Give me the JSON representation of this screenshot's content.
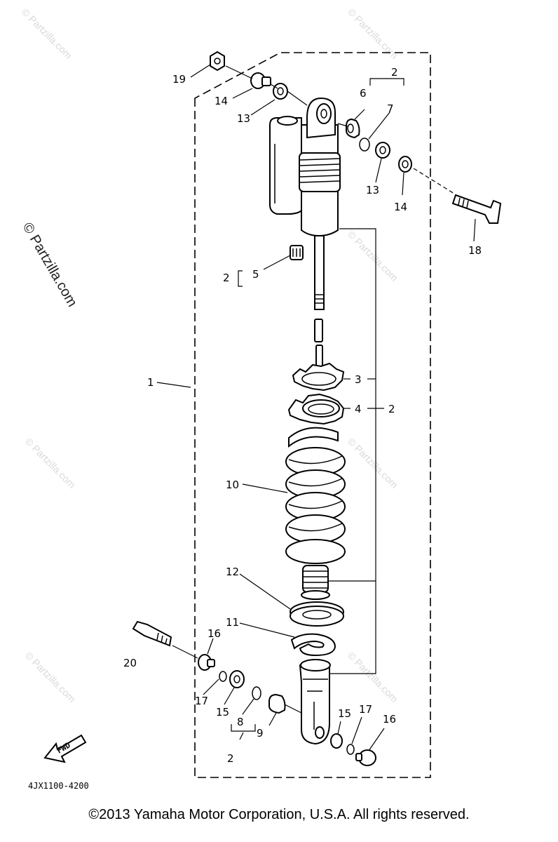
{
  "watermark": "© Partzilla.com",
  "diagram_code": "4JX1100-4200",
  "fwd_label": "FWD",
  "copyright": "©2013  Yamaha Motor Corporation, U.S.A. All rights reserved.",
  "callouts": {
    "c1": "1",
    "c2a": "2",
    "c2b": "2",
    "c2c": "2",
    "c2d": "2",
    "c3": "3",
    "c4": "4",
    "c5": "5",
    "c6": "6",
    "c7": "7",
    "c8": "8",
    "c9": "9",
    "c10": "10",
    "c11": "11",
    "c12": "12",
    "c13a": "13",
    "c13b": "13",
    "c14a": "14",
    "c14b": "14",
    "c15a": "15",
    "c15b": "15",
    "c16a": "16",
    "c16b": "16",
    "c17a": "17",
    "c17b": "17",
    "c18": "18",
    "c19": "19",
    "c20": "20"
  }
}
